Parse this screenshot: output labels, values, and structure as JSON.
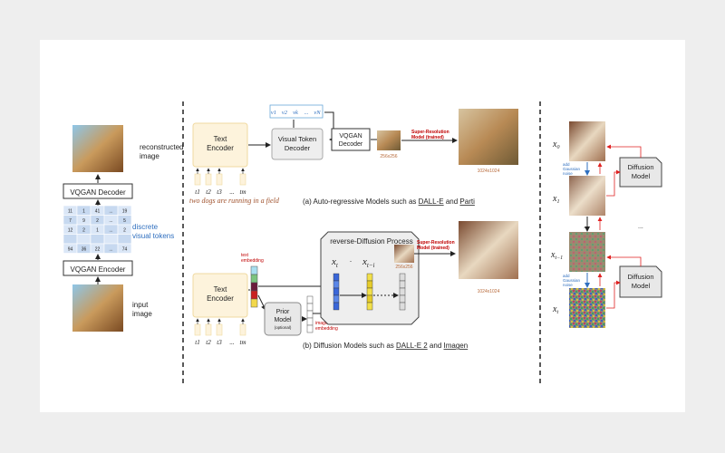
{
  "left": {
    "reconstructed_label_1": "reconstructed",
    "reconstructed_label_2": "image",
    "decoder_label": "VQGAN Decoder",
    "encoder_label": "VQGAN Encoder",
    "tokens_label_1": "discrete",
    "tokens_label_2": "visual tokens",
    "input_label_1": "input",
    "input_label_2": "image",
    "token_grid": [
      [
        "11",
        "1",
        "41",
        "...",
        "19"
      ],
      [
        "7",
        "9",
        "2",
        "...",
        "5"
      ],
      [
        "12",
        "2",
        "1",
        "...",
        "2"
      ],
      [
        "",
        "",
        "",
        "",
        ""
      ],
      [
        "94",
        "36",
        "22",
        "...",
        "74"
      ]
    ]
  },
  "autoregressive": {
    "text_encoder": [
      "Text",
      "Encoder"
    ],
    "tokens_in": [
      "t1",
      "t2",
      "t3",
      "...",
      "tm"
    ],
    "visual_tokens": [
      "v1",
      "v2",
      "vk",
      "...",
      "vN"
    ],
    "visual_token_decoder": [
      "Visual Token",
      "Decoder"
    ],
    "vqgan_decoder": [
      "VQGAN",
      "Decoder"
    ],
    "small_res": "256x256",
    "super_res": [
      "Super-Resolution",
      "Model (trained)"
    ],
    "large_res": "1024x1024",
    "prompt": "two dogs are running in a field",
    "caption_prefix": "(a) Auto-regressive Models such as ",
    "caption_model_1": "DALL-E",
    "caption_and": " and ",
    "caption_model_2": "Parti"
  },
  "diffusion": {
    "text_encoder": [
      "Text",
      "Encoder"
    ],
    "text_embedding": [
      "text",
      "embedding"
    ],
    "prior_model": [
      "Prior",
      "Model",
      "(optional)"
    ],
    "image_embedding": [
      "image",
      "embedding"
    ],
    "process_title": "reverse-Diffusion Process",
    "xt": "x",
    "xt_sub": "t",
    "xt_i_sub": "t−i",
    "tokens_in": [
      "t1",
      "t2",
      "t3",
      "...",
      "tm"
    ],
    "small_res": "256x256",
    "super_res": [
      "Super-Resolution",
      "Model (trained)"
    ],
    "large_res": "1024x1024",
    "caption_prefix": "(b) Diffusion Models such as ",
    "caption_model_1": "DALL-E 2",
    "caption_and": " and ",
    "caption_model_2": "Imagen"
  },
  "right": {
    "x0": "x",
    "x0_sub": "0",
    "x1_sub": "1",
    "xt1_sub": "t−1",
    "xt_sub": "t",
    "ellipsis": "...",
    "add_noise": [
      "add",
      "Gaussian",
      "noise"
    ],
    "diffusion_model": [
      "Diffusion",
      "Model"
    ]
  },
  "colors": {
    "encoder_fill": "#fdf3dc",
    "encoder_stroke": "#f0d9a0",
    "blue_accent": "#2f6fbf",
    "red_arrow": "#e02020",
    "red_text": "#c00000",
    "prompt_color": "#a0522d"
  }
}
